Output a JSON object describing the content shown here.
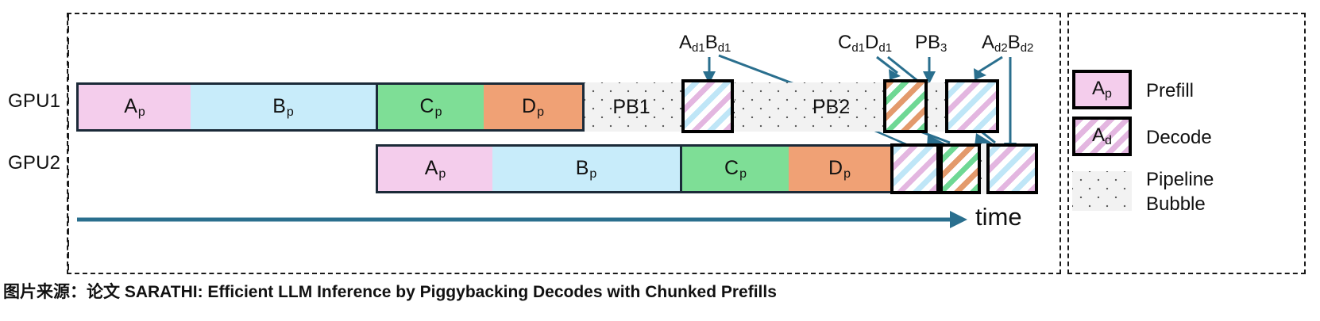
{
  "figure": {
    "rows": [
      {
        "id": "gpu1",
        "label": "GPU1"
      },
      {
        "id": "gpu2",
        "label": "GPU2"
      }
    ],
    "axis": {
      "label": "time",
      "color": "#2a6f8e"
    },
    "colors": {
      "prefill_a": "#f4cdec",
      "prefill_b": "#c8ecfa",
      "prefill_c": "#7ede96",
      "prefill_d": "#f0a175",
      "bubble": "#f2f2f2",
      "outline": "#1b2a38",
      "decode_border": "#000000",
      "arrow": "#2a6f8e",
      "frame": "#1a1a1a"
    },
    "gpu1_blocks": [
      {
        "name": "prefill-a",
        "kind": "prefill",
        "base": "A",
        "sub": "p",
        "label": "A"
      },
      {
        "name": "prefill-b",
        "kind": "prefill",
        "base": "B",
        "sub": "p",
        "label": "B"
      },
      {
        "name": "prefill-c",
        "kind": "prefill",
        "base": "C",
        "sub": "p",
        "label": "C"
      },
      {
        "name": "prefill-d",
        "kind": "prefill",
        "base": "D",
        "sub": "p",
        "label": "D"
      },
      {
        "name": "pipeline-bubble-1",
        "kind": "bubble",
        "base": "PB",
        "sub": "1"
      },
      {
        "name": "decode-ad1bd1",
        "kind": "decode",
        "pattern": "ab"
      },
      {
        "name": "pipeline-bubble-2",
        "kind": "bubble",
        "base": "PB",
        "sub": "2"
      },
      {
        "name": "decode-cd1dd1",
        "kind": "decode",
        "pattern": "cd"
      },
      {
        "name": "pipeline-bubble-3",
        "kind": "bubble",
        "base": "",
        "sub": ""
      },
      {
        "name": "decode-ad2bd2",
        "kind": "decode",
        "pattern": "ab"
      }
    ],
    "gpu2_blocks": [
      {
        "name": "prefill-a",
        "kind": "prefill",
        "base": "A",
        "sub": "p"
      },
      {
        "name": "prefill-b",
        "kind": "prefill",
        "base": "B",
        "sub": "p"
      },
      {
        "name": "prefill-c",
        "kind": "prefill",
        "base": "C",
        "sub": "p"
      },
      {
        "name": "prefill-d",
        "kind": "prefill",
        "base": "D",
        "sub": "p"
      },
      {
        "name": "decode-ad1bd1",
        "kind": "decode",
        "pattern": "ab"
      },
      {
        "name": "decode-cd1dd1",
        "kind": "decode",
        "pattern": "cd"
      },
      {
        "name": "pipeline-bubble",
        "kind": "bubble",
        "base": "",
        "sub": ""
      },
      {
        "name": "decode-ad2bd2",
        "kind": "decode",
        "pattern": "ab"
      }
    ],
    "labels": {
      "gpu1": "GPU1",
      "gpu2": "GPU2",
      "ap_base": "A",
      "ap_sub": "p",
      "bp_base": "B",
      "bp_sub": "p",
      "cp_base": "C",
      "cp_sub": "p",
      "dp_base": "D",
      "dp_sub": "p",
      "pb1_base": "PB",
      "pb1_sub": "1",
      "pb2_base": "PB",
      "pb2_sub": "2"
    },
    "annotations": [
      {
        "name": "annotation-ad1bd1",
        "parts": [
          {
            "t": "A",
            "sub": false
          },
          {
            "t": "d1",
            "sub": true
          },
          {
            "t": "B",
            "sub": false
          },
          {
            "t": "d1",
            "sub": true
          }
        ]
      },
      {
        "name": "annotation-cd1dd1",
        "parts": [
          {
            "t": "C",
            "sub": false
          },
          {
            "t": "d1",
            "sub": true
          },
          {
            "t": "D",
            "sub": false
          },
          {
            "t": "d1",
            "sub": true
          }
        ]
      },
      {
        "name": "annotation-pb3",
        "parts": [
          {
            "t": "PB",
            "sub": false
          },
          {
            "t": "3",
            "sub": true
          }
        ]
      },
      {
        "name": "annotation-ad2bd2",
        "parts": [
          {
            "t": "A",
            "sub": false
          },
          {
            "t": "d2",
            "sub": true
          },
          {
            "t": "B",
            "sub": false
          },
          {
            "t": "d2",
            "sub": true
          }
        ]
      }
    ],
    "annotation_text": {
      "ad1bd1_a": "A",
      "ad1bd1_a_sub": "d1",
      "ad1bd1_b": "B",
      "ad1bd1_b_sub": "d1",
      "cd1dd1_c": "C",
      "cd1dd1_c_sub": "d1",
      "cd1dd1_d": "D",
      "cd1dd1_d_sub": "d1",
      "pb3": "PB",
      "pb3_sub": "3",
      "ad2bd2_a": "A",
      "ad2bd2_a_sub": "d2",
      "ad2bd2_b": "B",
      "ad2bd2_b_sub": "d2"
    },
    "legend": {
      "items": [
        {
          "name": "legend-prefill",
          "swatch": "prefill",
          "base": "A",
          "sub": "p",
          "text": "Prefill"
        },
        {
          "name": "legend-decode",
          "swatch": "decode",
          "base": "A",
          "sub": "d",
          "text": "Decode"
        },
        {
          "name": "legend-bubble",
          "swatch": "bubble",
          "base": "",
          "sub": "",
          "text": "Pipeline",
          "text2": "Bubble"
        }
      ]
    }
  },
  "caption": "图片来源：论文 SARATHI: Efficient LLM Inference by Piggybacking Decodes with Chunked Prefills"
}
